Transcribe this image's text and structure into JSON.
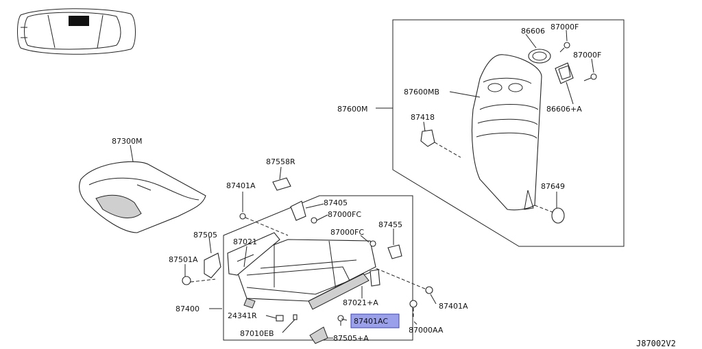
{
  "diagram_code": "J87002V2",
  "highlight_color": "#9aa0ea",
  "highlighted_part": "87401AC",
  "labels": {
    "p86606": "86606",
    "p87000f_a": "87000F",
    "p87000f_b": "87000F",
    "p87600mb": "87600MB",
    "p87600m": "87600M",
    "p86606a": "86606+A",
    "p87418": "87418",
    "p87649": "87649",
    "p87300m": "87300M",
    "p87558r": "87558R",
    "p87401a_top": "87401A",
    "p87405": "87405",
    "p87000fc_a": "87000FC",
    "p87455": "87455",
    "p87505": "87505",
    "p87021": "87021",
    "p87000fc_b": "87000FC",
    "p87501a": "87501A",
    "p87021a": "87021+A",
    "p87401a_right": "87401A",
    "p87400": "87400",
    "p24341r": "24341R",
    "p87401ac": "87401AC",
    "p87000aa": "87000AA",
    "p87010eb": "87010EB",
    "p87505a": "87505+A"
  }
}
